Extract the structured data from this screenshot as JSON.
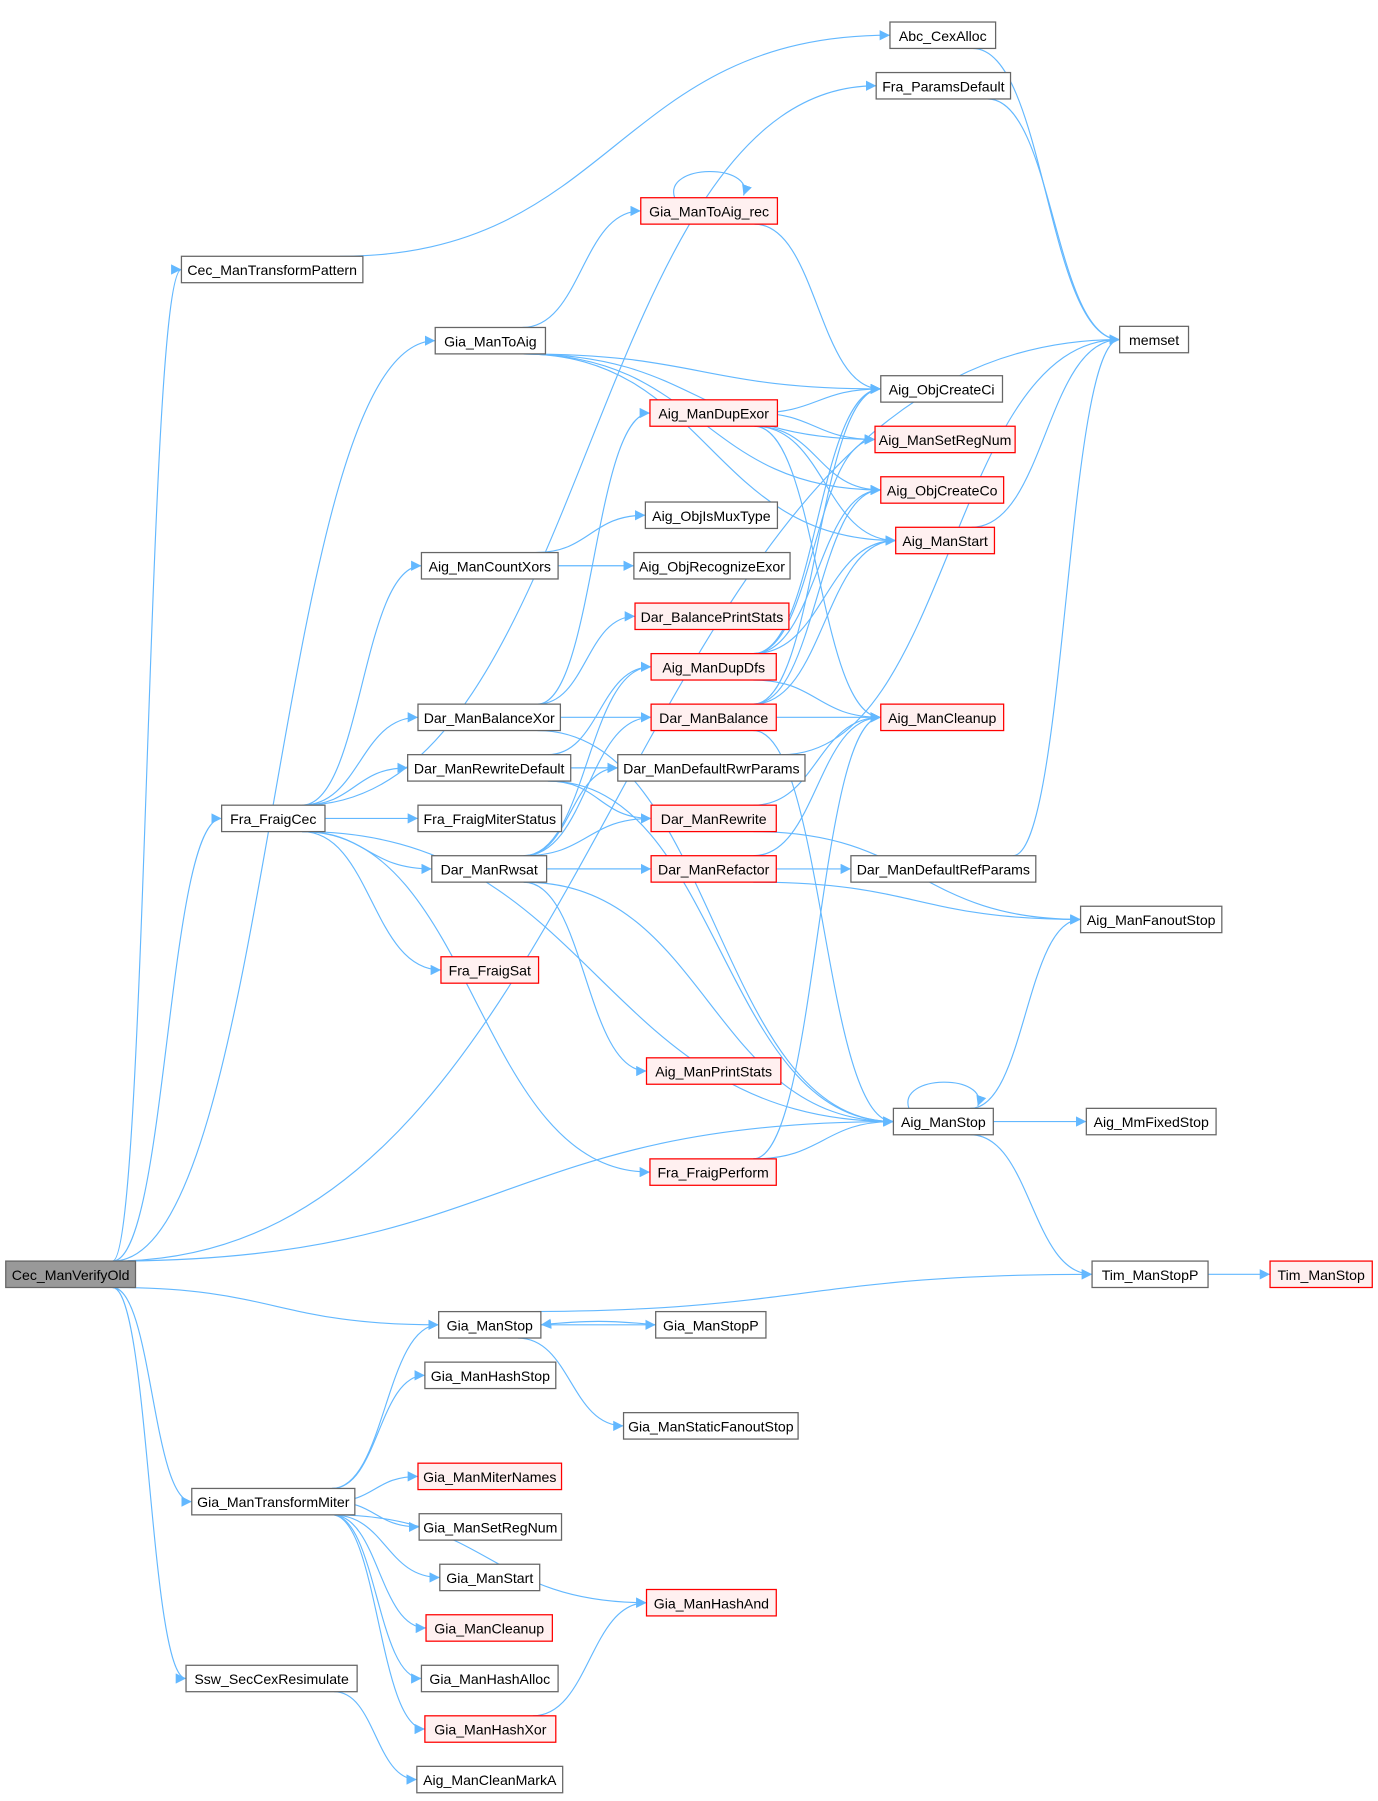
{
  "graph": {
    "colors": {
      "edge": "#63b8ff",
      "root_fill": "#999999",
      "red_border": "#ff0000",
      "red_fill": "#fff0f0",
      "normal_border": "#666666"
    },
    "nodes": [
      {
        "label": "Cec_ManVerifyOld",
        "kind": "root"
      },
      {
        "label": "Abc_CexAlloc",
        "kind": "normal"
      },
      {
        "label": "Fra_ParamsDefault",
        "kind": "normal"
      },
      {
        "label": "Cec_ManTransformPattern",
        "kind": "normal"
      },
      {
        "label": "memset",
        "kind": "normal"
      },
      {
        "label": "Gia_ManToAig_rec",
        "kind": "red"
      },
      {
        "label": "Gia_ManToAig",
        "kind": "normal"
      },
      {
        "label": "Aig_ObjCreateCi",
        "kind": "normal"
      },
      {
        "label": "Aig_ManDupExor",
        "kind": "red"
      },
      {
        "label": "Aig_ManSetRegNum",
        "kind": "red"
      },
      {
        "label": "Aig_ObjCreateCo",
        "kind": "red"
      },
      {
        "label": "Aig_ObjIsMuxType",
        "kind": "normal"
      },
      {
        "label": "Aig_ManStart",
        "kind": "red"
      },
      {
        "label": "Aig_ManCountXors",
        "kind": "normal"
      },
      {
        "label": "Aig_ObjRecognizeExor",
        "kind": "normal"
      },
      {
        "label": "Dar_BalancePrintStats",
        "kind": "red"
      },
      {
        "label": "Aig_ManDupDfs",
        "kind": "red"
      },
      {
        "label": "Dar_ManBalanceXor",
        "kind": "normal"
      },
      {
        "label": "Dar_ManBalance",
        "kind": "red"
      },
      {
        "label": "Aig_ManCleanup",
        "kind": "red"
      },
      {
        "label": "Dar_ManRewriteDefault",
        "kind": "normal"
      },
      {
        "label": "Dar_ManDefaultRwrParams",
        "kind": "normal"
      },
      {
        "label": "Fra_FraigCec",
        "kind": "normal"
      },
      {
        "label": "Fra_FraigMiterStatus",
        "kind": "normal"
      },
      {
        "label": "Dar_ManRewrite",
        "kind": "red"
      },
      {
        "label": "Dar_ManRwsat",
        "kind": "normal"
      },
      {
        "label": "Dar_ManRefactor",
        "kind": "red"
      },
      {
        "label": "Dar_ManDefaultRefParams",
        "kind": "normal"
      },
      {
        "label": "Aig_ManFanoutStop",
        "kind": "normal"
      },
      {
        "label": "Fra_FraigSat",
        "kind": "red"
      },
      {
        "label": "Aig_ManPrintStats",
        "kind": "red"
      },
      {
        "label": "Aig_ManStop",
        "kind": "normal"
      },
      {
        "label": "Aig_MmFixedStop",
        "kind": "normal"
      },
      {
        "label": "Fra_FraigPerform",
        "kind": "red"
      },
      {
        "label": "Tim_ManStopP",
        "kind": "normal"
      },
      {
        "label": "Tim_ManStop",
        "kind": "red"
      },
      {
        "label": "Gia_ManStop",
        "kind": "normal"
      },
      {
        "label": "Gia_ManStopP",
        "kind": "normal"
      },
      {
        "label": "Gia_ManHashStop",
        "kind": "normal"
      },
      {
        "label": "Gia_ManStaticFanoutStop",
        "kind": "normal"
      },
      {
        "label": "Gia_ManMiterNames",
        "kind": "red"
      },
      {
        "label": "Gia_ManTransformMiter",
        "kind": "normal"
      },
      {
        "label": "Gia_ManSetRegNum",
        "kind": "normal"
      },
      {
        "label": "Gia_ManStart",
        "kind": "normal"
      },
      {
        "label": "Gia_ManHashAnd",
        "kind": "red"
      },
      {
        "label": "Gia_ManCleanup",
        "kind": "red"
      },
      {
        "label": "Gia_ManHashAlloc",
        "kind": "normal"
      },
      {
        "label": "Ssw_SecCexResimulate",
        "kind": "normal"
      },
      {
        "label": "Gia_ManHashXor",
        "kind": "red"
      },
      {
        "label": "Aig_ManCleanMarkA",
        "kind": "normal"
      }
    ],
    "edges": [
      [
        "Cec_ManVerifyOld",
        "Cec_ManTransformPattern"
      ],
      [
        "Cec_ManVerifyOld",
        "Gia_ManToAig"
      ],
      [
        "Cec_ManVerifyOld",
        "Fra_FraigCec"
      ],
      [
        "Cec_ManVerifyOld",
        "Aig_ManStop"
      ],
      [
        "Cec_ManVerifyOld",
        "Gia_ManStop"
      ],
      [
        "Cec_ManVerifyOld",
        "Gia_ManTransformMiter"
      ],
      [
        "Cec_ManVerifyOld",
        "Ssw_SecCexResimulate"
      ],
      [
        "Cec_ManVerifyOld",
        "memset"
      ],
      [
        "Cec_ManTransformPattern",
        "Abc_CexAlloc"
      ],
      [
        "Abc_CexAlloc",
        "memset"
      ],
      [
        "Fra_ParamsDefault",
        "memset"
      ],
      [
        "Fra_FraigCec",
        "Fra_ParamsDefault"
      ],
      [
        "Fra_FraigCec",
        "Aig_ManCountXors"
      ],
      [
        "Fra_FraigCec",
        "Dar_ManBalanceXor"
      ],
      [
        "Fra_FraigCec",
        "Dar_ManRewriteDefault"
      ],
      [
        "Fra_FraigCec",
        "Fra_FraigMiterStatus"
      ],
      [
        "Fra_FraigCec",
        "Dar_ManRwsat"
      ],
      [
        "Fra_FraigCec",
        "Fra_FraigSat"
      ],
      [
        "Fra_FraigCec",
        "Fra_FraigPerform"
      ],
      [
        "Fra_FraigCec",
        "Aig_ManStop"
      ],
      [
        "Gia_ManToAig",
        "Gia_ManToAig_rec"
      ],
      [
        "Gia_ManToAig",
        "Aig_ObjCreateCi"
      ],
      [
        "Gia_ManToAig",
        "Aig_ManSetRegNum"
      ],
      [
        "Gia_ManToAig",
        "Aig_ObjCreateCo"
      ],
      [
        "Gia_ManToAig",
        "Aig_ManStart"
      ],
      [
        "Gia_ManToAig_rec",
        "Gia_ManToAig_rec"
      ],
      [
        "Gia_ManToAig_rec",
        "Aig_ObjCreateCi"
      ],
      [
        "Aig_ManDupExor",
        "Aig_ObjCreateCi"
      ],
      [
        "Aig_ManDupExor",
        "Aig_ManSetRegNum"
      ],
      [
        "Aig_ManDupExor",
        "Aig_ObjCreateCo"
      ],
      [
        "Aig_ManDupExor",
        "Aig_ManStart"
      ],
      [
        "Aig_ManDupExor",
        "Aig_ManCleanup"
      ],
      [
        "Aig_ManStart",
        "memset"
      ],
      [
        "Aig_ManCountXors",
        "Aig_ObjIsMuxType"
      ],
      [
        "Aig_ManCountXors",
        "Aig_ObjRecognizeExor"
      ],
      [
        "Dar_ManBalanceXor",
        "Aig_ManDupExor"
      ],
      [
        "Dar_ManBalanceXor",
        "Dar_BalancePrintStats"
      ],
      [
        "Dar_ManBalanceXor",
        "Dar_ManBalance"
      ],
      [
        "Dar_ManBalanceXor",
        "Aig_ManStop"
      ],
      [
        "Aig_ManDupDfs",
        "Aig_ObjCreateCi"
      ],
      [
        "Aig_ManDupDfs",
        "Aig_ManSetRegNum"
      ],
      [
        "Aig_ManDupDfs",
        "Aig_ObjCreateCo"
      ],
      [
        "Aig_ManDupDfs",
        "Aig_ManStart"
      ],
      [
        "Aig_ManDupDfs",
        "Aig_ManCleanup"
      ],
      [
        "Dar_ManBalance",
        "Aig_ObjCreateCi"
      ],
      [
        "Dar_ManBalance",
        "Aig_ObjCreateCo"
      ],
      [
        "Dar_ManBalance",
        "Aig_ManStart"
      ],
      [
        "Dar_ManBalance",
        "Aig_ManCleanup"
      ],
      [
        "Dar_ManBalance",
        "Aig_ManStop"
      ],
      [
        "Dar_ManRewriteDefault",
        "Dar_ManDefaultRwrParams"
      ],
      [
        "Dar_ManRewriteDefault",
        "Dar_ManRewrite"
      ],
      [
        "Dar_ManRewriteDefault",
        "Aig_ManDupDfs"
      ],
      [
        "Dar_ManRewriteDefault",
        "Aig_ManStop"
      ],
      [
        "Dar_ManDefaultRwrParams",
        "memset"
      ],
      [
        "Dar_ManRewrite",
        "Aig_ManCleanup"
      ],
      [
        "Dar_ManRewrite",
        "Aig_ManFanoutStop"
      ],
      [
        "Dar_ManRwsat",
        "Aig_ManDupDfs"
      ],
      [
        "Dar_ManRwsat",
        "Dar_ManBalance"
      ],
      [
        "Dar_ManRwsat",
        "Dar_ManDefaultRwrParams"
      ],
      [
        "Dar_ManRwsat",
        "Dar_ManRewrite"
      ],
      [
        "Dar_ManRwsat",
        "Dar_ManRefactor"
      ],
      [
        "Dar_ManRwsat",
        "Dar_ManDefaultRefParams"
      ],
      [
        "Dar_ManRwsat",
        "Aig_ManPrintStats"
      ],
      [
        "Dar_ManRwsat",
        "Aig_ManStop"
      ],
      [
        "Dar_ManRefactor",
        "Aig_ManCleanup"
      ],
      [
        "Dar_ManRefactor",
        "Aig_ManFanoutStop"
      ],
      [
        "Dar_ManDefaultRefParams",
        "memset"
      ],
      [
        "Aig_ManStop",
        "Aig_ManStop"
      ],
      [
        "Aig_ManStop",
        "Aig_ManFanoutStop"
      ],
      [
        "Aig_ManStop",
        "Aig_MmFixedStop"
      ],
      [
        "Aig_ManStop",
        "Tim_ManStopP"
      ],
      [
        "Fra_FraigPerform",
        "Aig_ManCleanup"
      ],
      [
        "Fra_FraigPerform",
        "Aig_ManStop"
      ],
      [
        "Tim_ManStopP",
        "Tim_ManStop"
      ],
      [
        "Gia_ManStop",
        "Gia_ManStopP"
      ],
      [
        "Gia_ManStop",
        "Tim_ManStopP"
      ],
      [
        "Gia_ManStop",
        "Gia_ManStaticFanoutStop"
      ],
      [
        "Gia_ManStopP",
        "Gia_ManStop"
      ],
      [
        "Gia_ManTransformMiter",
        "Gia_ManStop"
      ],
      [
        "Gia_ManTransformMiter",
        "Gia_ManHashStop"
      ],
      [
        "Gia_ManTransformMiter",
        "Gia_ManHashAnd"
      ],
      [
        "Gia_ManTransformMiter",
        "Gia_ManMiterNames"
      ],
      [
        "Gia_ManTransformMiter",
        "Gia_ManSetRegNum"
      ],
      [
        "Gia_ManTransformMiter",
        "Gia_ManStart"
      ],
      [
        "Gia_ManTransformMiter",
        "Gia_ManCleanup"
      ],
      [
        "Gia_ManTransformMiter",
        "Gia_ManHashAlloc"
      ],
      [
        "Gia_ManTransformMiter",
        "Gia_ManHashXor"
      ],
      [
        "Gia_ManHashXor",
        "Gia_ManHashAnd"
      ],
      [
        "Ssw_SecCexResimulate",
        "Aig_ManCleanMarkA"
      ]
    ]
  }
}
